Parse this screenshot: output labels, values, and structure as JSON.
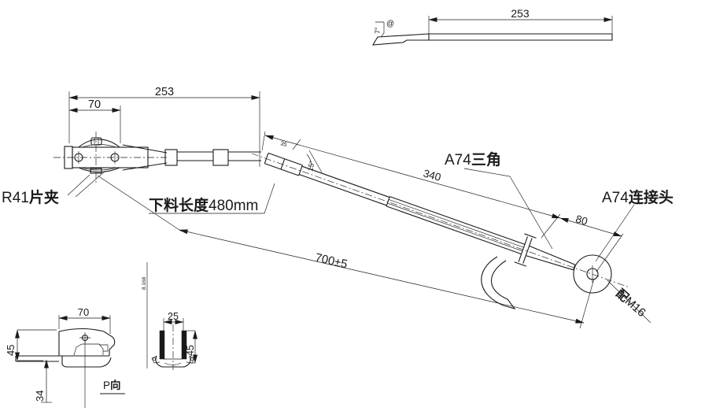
{
  "drawing": {
    "colors": {
      "ink": "#1a1a1a",
      "background": "#ffffff"
    },
    "top_view": {
      "dim_length": "253",
      "angle": "7°",
      "at_symbol": "@"
    },
    "main_view": {
      "dim_overall": "253",
      "dim_clamp_width": "70",
      "clip_label": {
        "code": "R41",
        "name": "片夹"
      },
      "blank_label": {
        "name": "下料长度",
        "value": "480mm"
      },
      "dim_mid_small": "35",
      "bend_angle": "15°",
      "dim_triangle_len": "340",
      "triangle_label": {
        "code": "A74",
        "name": "三角"
      },
      "connector_label": {
        "code": "A74",
        "name": "连接头"
      },
      "dim_end_len": "80",
      "thread_label": {
        "prefix": "配",
        "value": "M16"
      },
      "dim_total": "700±5"
    },
    "side_view": {
      "dim_width": "70",
      "dim_height": "45",
      "dim_drop": "34",
      "view_label": {
        "letter": "P",
        "dir": "向"
      }
    },
    "section_view": {
      "dim_width": "25",
      "dim_depth": "45",
      "tiny_note": "8.168"
    }
  }
}
